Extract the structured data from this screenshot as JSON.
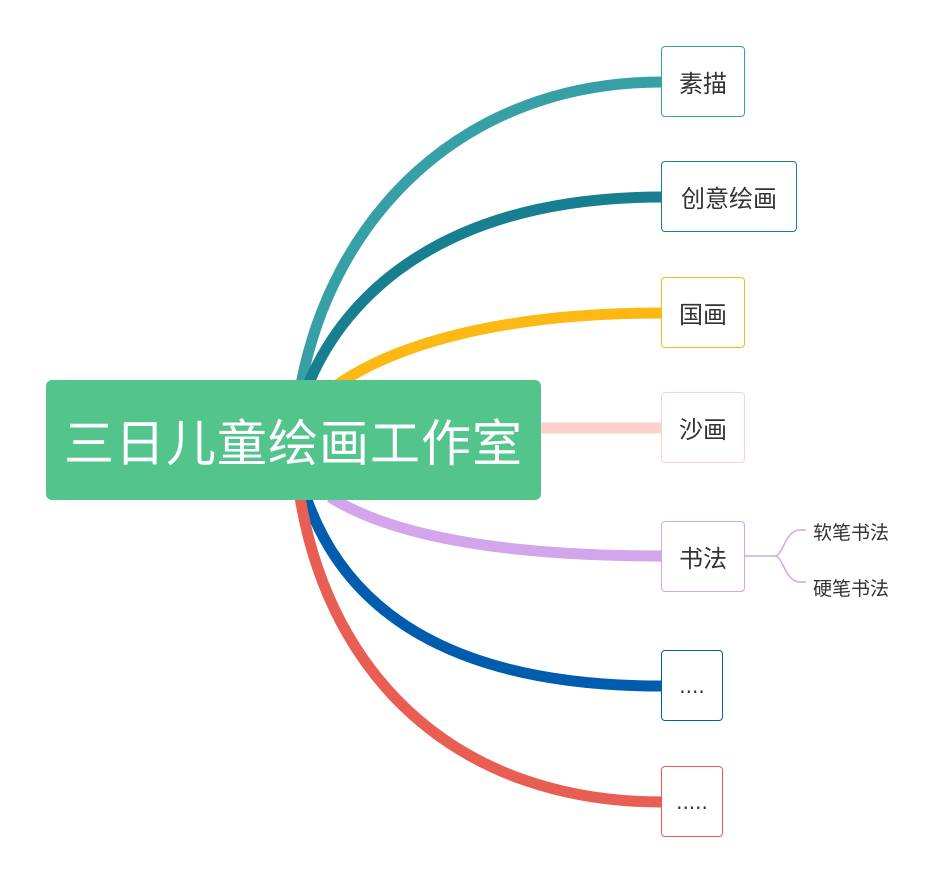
{
  "root": {
    "label": "三日儿童绘画工作室",
    "color": "#52c48c"
  },
  "branches": [
    {
      "label": "素描",
      "color": "#37a0a7"
    },
    {
      "label": "创意绘画",
      "color": "#177f8f"
    },
    {
      "label": "国画",
      "color": "#fdb913"
    },
    {
      "label": "沙画",
      "color": "#fdd0d0"
    },
    {
      "label": "书法",
      "color": "#d3a5ea",
      "children": [
        {
          "label": "软笔书法"
        },
        {
          "label": "硬笔书法"
        }
      ]
    },
    {
      "label": "....",
      "color": "#005dad"
    },
    {
      "label": ".....",
      "color": "#e95e52"
    }
  ]
}
